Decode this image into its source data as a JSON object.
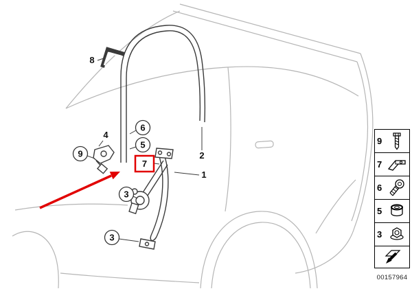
{
  "diagram": {
    "callouts": {
      "1": "1",
      "2": "2",
      "3a": "3",
      "3b": "3",
      "4": "4",
      "5": "5",
      "6": "6",
      "7": "7",
      "8": "8",
      "9": "9"
    },
    "highlighted_part": "7"
  },
  "colors": {
    "highlight": "#e10000",
    "line": "#3a3a3a",
    "car_outline": "#b5b5b5"
  },
  "sidebar": {
    "items": [
      {
        "label": "9",
        "icon": "screw-icon"
      },
      {
        "label": "7",
        "icon": "clip-icon"
      },
      {
        "label": "6",
        "icon": "bolt-icon"
      },
      {
        "label": "5",
        "icon": "grommet-icon"
      },
      {
        "label": "3",
        "icon": "nut-icon"
      }
    ]
  },
  "footer": {
    "part_number": "00157964"
  }
}
